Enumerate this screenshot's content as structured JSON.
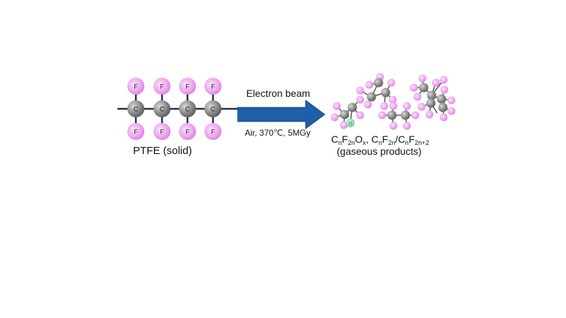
{
  "atom_labels": {
    "carbon": "C",
    "fluorine": "F",
    "oxygen": "O"
  },
  "colors": {
    "bond": "#1e2f4d",
    "carbon": "#8a8a8a",
    "fluorine": "#e68be6",
    "oxygen": "#6fd39a",
    "arrow": "#1f5fa6"
  },
  "reactant": {
    "label": "PTFE (solid)"
  },
  "arrow": {
    "label_top": "Electron beam",
    "label_bottom": "Air, 370℃, 5MGy"
  },
  "products": {
    "formula_parts": [
      {
        "t": "C"
      },
      {
        "t": "n",
        "sub": true
      },
      {
        "t": "F"
      },
      {
        "t": "2n",
        "sub": true
      },
      {
        "t": "O"
      },
      {
        "t": "x",
        "sub": true
      },
      {
        "t": ", C"
      },
      {
        "t": "n",
        "sub": true
      },
      {
        "t": "F"
      },
      {
        "t": "2n",
        "sub": true
      },
      {
        "t": "/C"
      },
      {
        "t": "n",
        "sub": true
      },
      {
        "t": "F"
      },
      {
        "t": "2n+2",
        "sub": true
      }
    ],
    "label": "(gaseous products)"
  }
}
